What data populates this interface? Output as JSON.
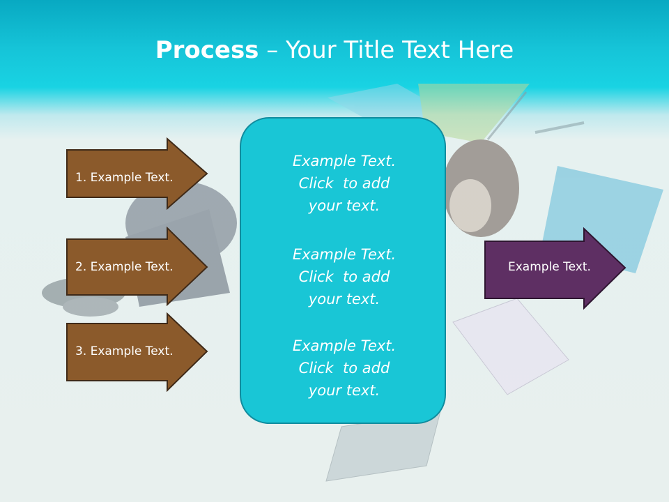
{
  "slide": {
    "title_bold": "Process",
    "title_rest": " – Your Title Text Here",
    "left_arrows": [
      {
        "label": "1. Example Text."
      },
      {
        "label": "2. Example Text."
      },
      {
        "label": "3. Example Text."
      }
    ],
    "center_blocks": [
      {
        "lines": [
          "Example Text.",
          "Click  to add",
          "your text."
        ]
      },
      {
        "lines": [
          "Example Text.",
          "Click  to add",
          "your text."
        ]
      },
      {
        "lines": [
          "Example Text.",
          "Click  to add",
          "your text."
        ]
      }
    ],
    "right_arrow": {
      "label": "Example Text."
    }
  },
  "colors": {
    "brown_arrow": "#8b5a2b",
    "purple_arrow": "#5e2f63",
    "center_box": "#19c6d6"
  }
}
